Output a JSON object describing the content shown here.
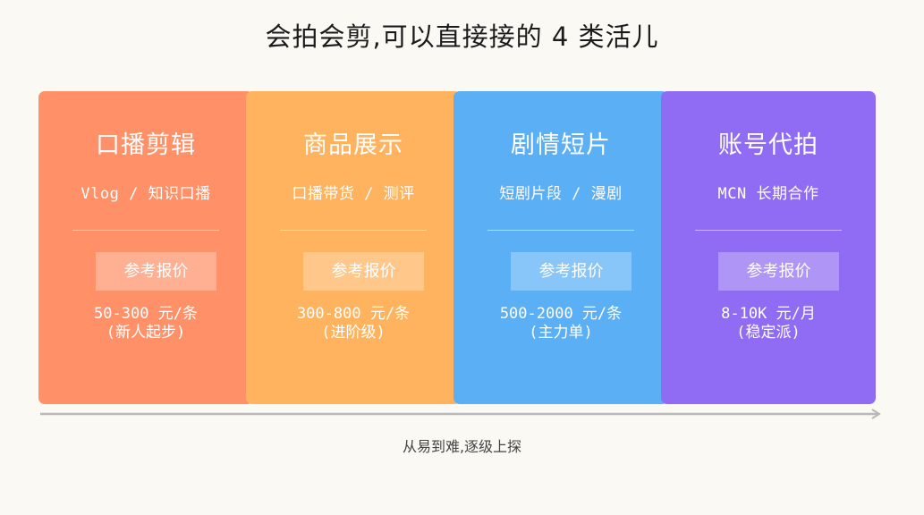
{
  "title": "会拍会剪,可以直接接的 4 类活儿",
  "cards": [
    {
      "title": "口播剪辑",
      "subtitle": "Vlog / 知识口播",
      "button": "参考报价",
      "price": "50-300 元/条",
      "note": "(新人起步)",
      "color": "#ff9068"
    },
    {
      "title": "商品展示",
      "subtitle": "口播带货 / 测评",
      "button": "参考报价",
      "price": "300-800 元/条",
      "note": "(进阶级)",
      "color": "#ffb35e"
    },
    {
      "title": "剧情短片",
      "subtitle": "短剧片段 / 漫剧",
      "button": "参考报价",
      "price": "500-2000 元/条",
      "note": "(主力单)",
      "color": "#5aaff5"
    },
    {
      "title": "账号代拍",
      "subtitle": "MCN 长期合作",
      "button": "参考报价",
      "price": "8-10K 元/月",
      "note": "(稳定派)",
      "color": "#8f6cf3"
    }
  ],
  "footnote": "从易到难,逐级上探"
}
